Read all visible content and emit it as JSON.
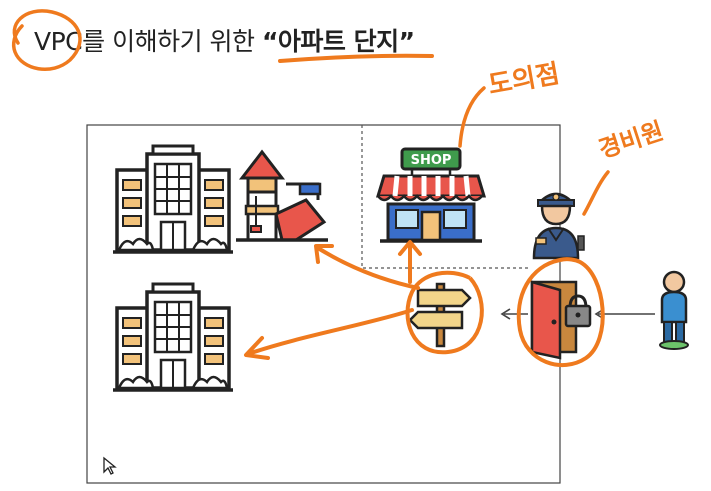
{
  "slide": {
    "title_vpc": "VPC",
    "title_rest": "를 이해하기 위한 ",
    "title_em": "“아파트 단지”",
    "shop_sign": "SHOP",
    "annotation_convenience_store": "도의점",
    "annotation_security_guard": "경비원"
  },
  "colors": {
    "marker": "#ef7a1e",
    "roof": "#e8564b",
    "slide_blue": "#3a6ec9",
    "building_fill": "#ffffff",
    "building_accent": "#f2c27a",
    "outline": "#222222"
  },
  "icons": {
    "apartment": "apartment-building-icon",
    "playground": "playground-slide-icon",
    "shop": "shop-store-icon",
    "guard": "security-guard-icon",
    "signpost": "signpost-icon",
    "door": "locked-door-icon",
    "person": "person-icon",
    "cursor": "mouse-cursor-icon"
  }
}
